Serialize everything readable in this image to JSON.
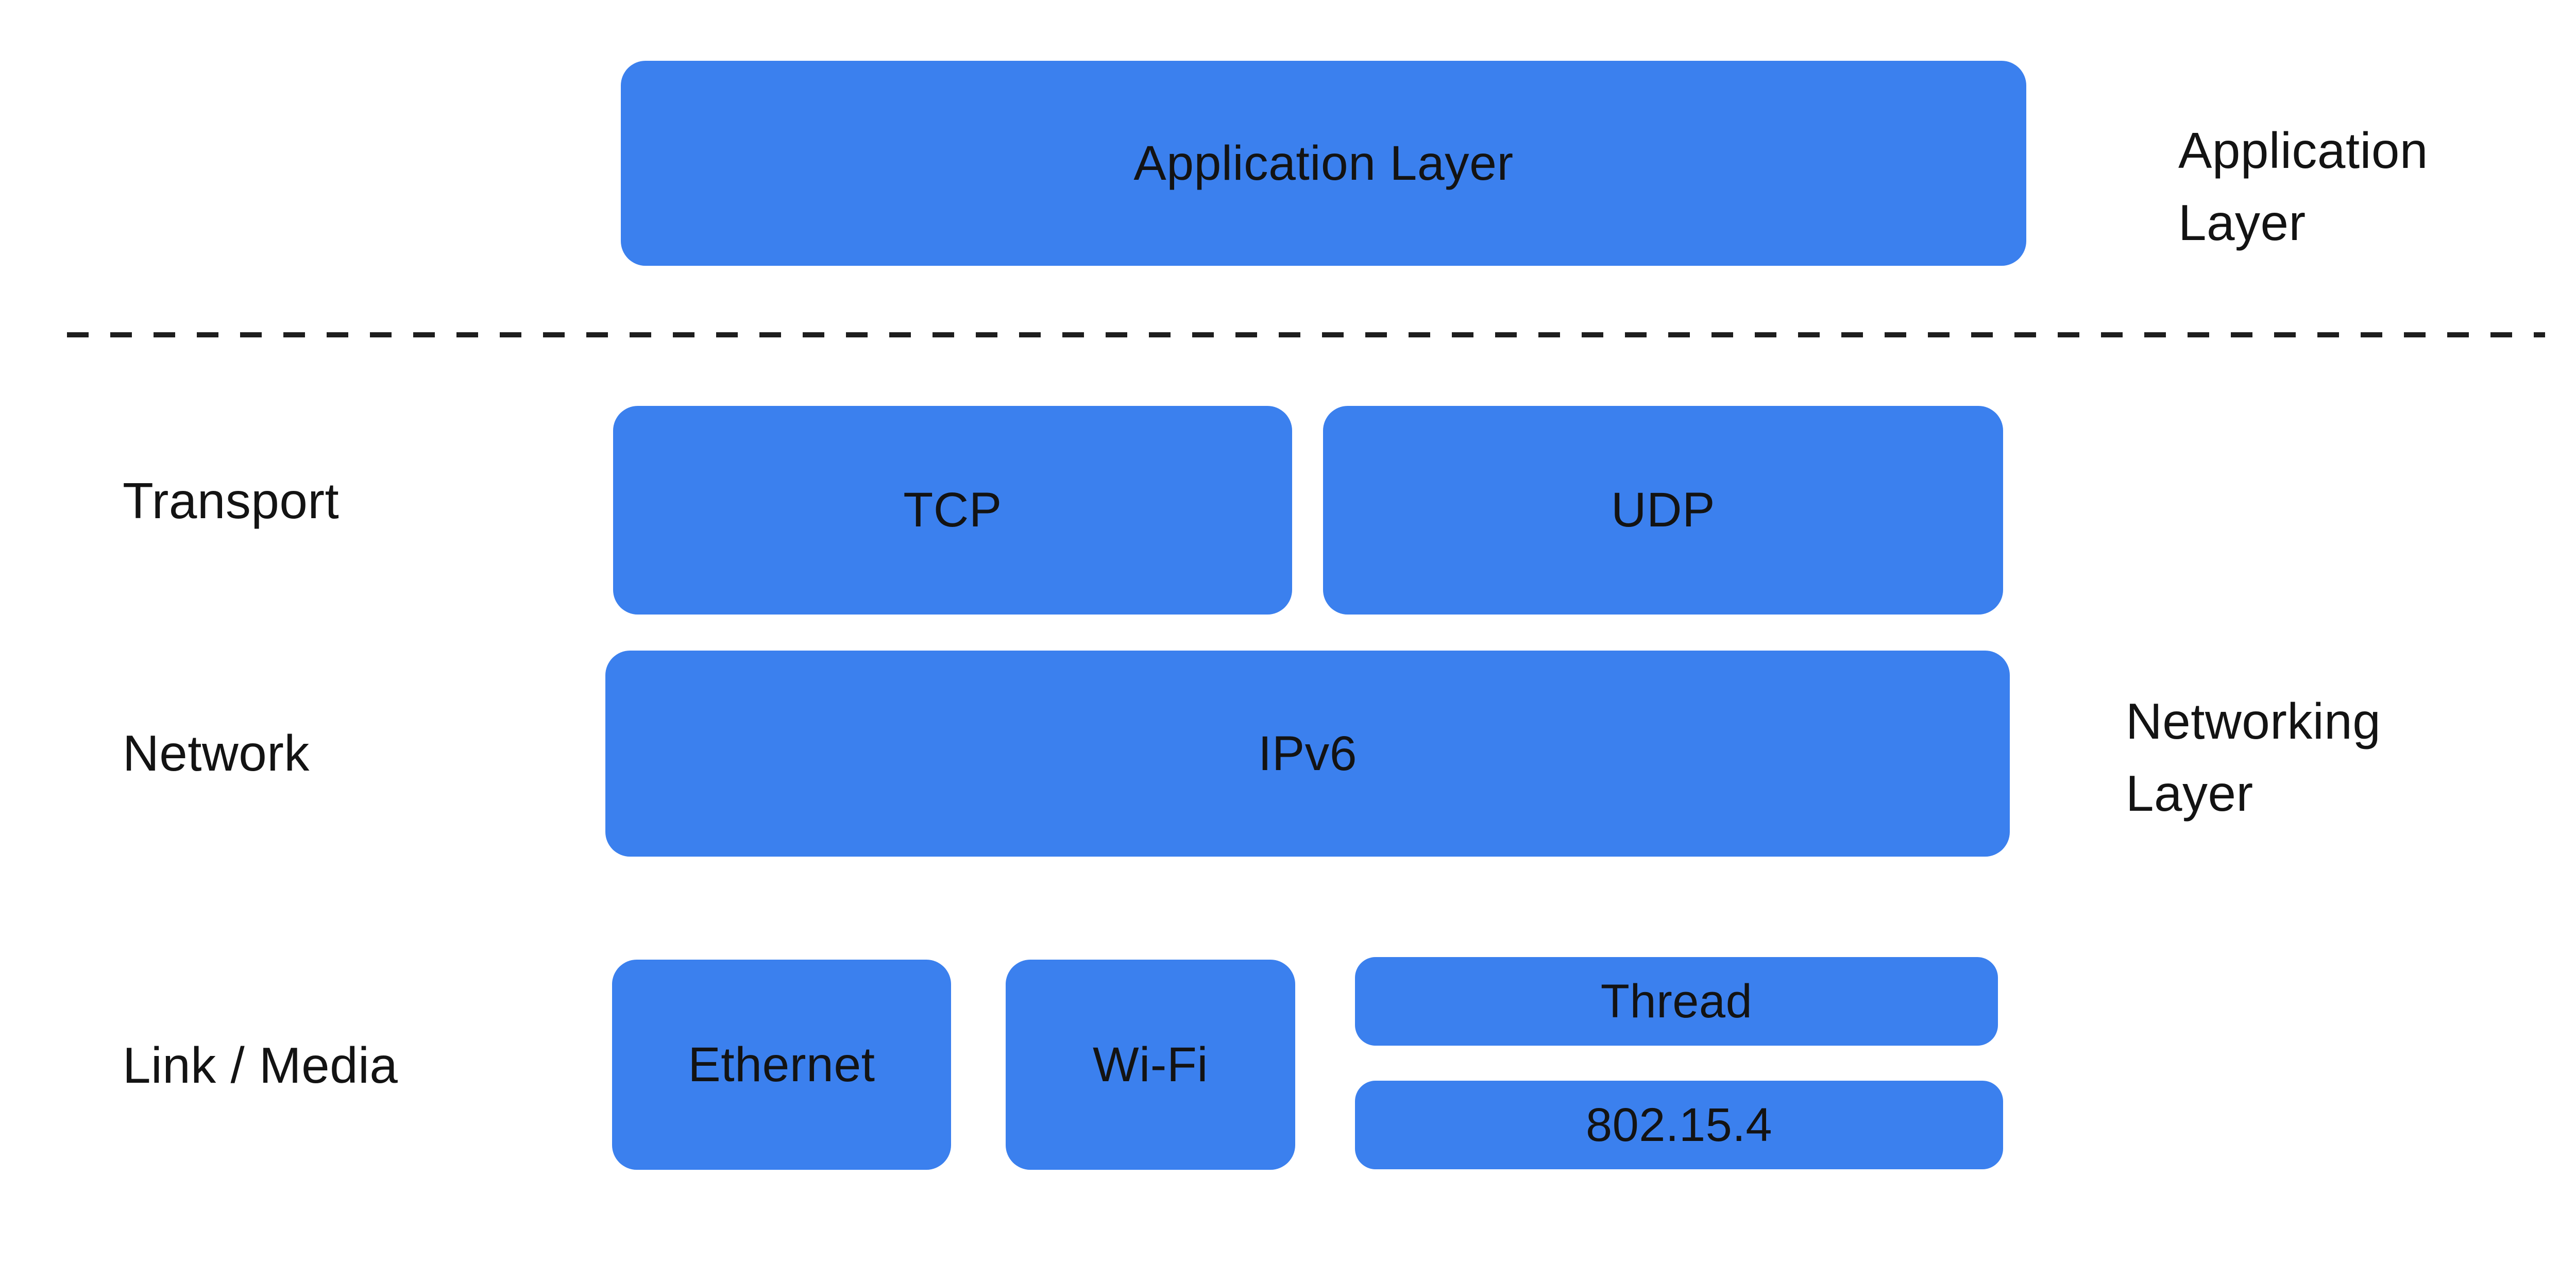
{
  "colors": {
    "background": "#ffffff",
    "box_fill": "#3b80ee",
    "text": "#131313",
    "divider": "#1e1e1e"
  },
  "boxes": {
    "application": "Application Layer",
    "tcp": "TCP",
    "udp": "UDP",
    "ipv6": "IPv6",
    "ethernet": "Ethernet",
    "wifi": "Wi-Fi",
    "thread": "Thread",
    "ieee_802_15_4": "802.15.4"
  },
  "row_labels": {
    "transport": "Transport",
    "network": "Network",
    "link_media": "Link / Media"
  },
  "side_labels": {
    "application": {
      "line1": "Application",
      "line2": "Layer"
    },
    "networking": {
      "line1": "Networking",
      "line2": "Layer"
    }
  }
}
